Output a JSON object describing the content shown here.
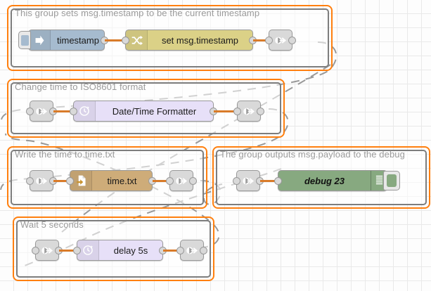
{
  "app": {
    "name": "node-red-flow-editor",
    "canvas_background": "#fdfdfd",
    "grid_color": "#e9e9e9"
  },
  "colors": {
    "group_selected_border": "#ff7f0e",
    "group_border": "#7d7d7d",
    "group_label": "#9b9b9b",
    "wire_solid": "#d97b29",
    "wire_dashed": "#999999",
    "inject_node": "#a6bbcf",
    "change_node": "#dbd187",
    "date_time_node": "#e7e0f8",
    "file_node": "#ceac79",
    "debug_node": "#87a980",
    "link_node": "#d9d9d9"
  },
  "groups": [
    {
      "id": "group-timestamp",
      "label": "This group sets msg.timestamp to be the current timestamp",
      "nodes": [
        {
          "id": "inject-timestamp",
          "label": "timestamp",
          "type": "inject",
          "icon": "inject-arrow-icon"
        },
        {
          "id": "change-timestamp",
          "label": "set msg.timestamp",
          "type": "change",
          "icon": "change-shuffle-icon"
        },
        {
          "id": "link-out-1",
          "label": "",
          "type": "link-out",
          "icon": "link-out-icon"
        }
      ]
    },
    {
      "id": "group-iso8601",
      "label": "Change time to ISO8601 format",
      "nodes": [
        {
          "id": "link-in-2",
          "label": "",
          "type": "link-in",
          "icon": "link-in-icon"
        },
        {
          "id": "date-time-formatter",
          "label": "Date/Time Formatter",
          "type": "datetime",
          "icon": "clock-icon"
        },
        {
          "id": "link-out-2",
          "label": "",
          "type": "link-out",
          "icon": "link-out-icon"
        }
      ]
    },
    {
      "id": "group-file",
      "label": "Write the time to time.txt",
      "nodes": [
        {
          "id": "link-in-3",
          "label": "",
          "type": "link-in",
          "icon": "link-in-icon"
        },
        {
          "id": "file-node",
          "label": "time.txt",
          "type": "file",
          "icon": "file-write-icon"
        },
        {
          "id": "link-out-3",
          "label": "",
          "type": "link-out",
          "icon": "link-out-icon"
        }
      ]
    },
    {
      "id": "group-debug",
      "label": "The group outputs msg.payload to the debug",
      "nodes": [
        {
          "id": "link-in-4",
          "label": "",
          "type": "link-in",
          "icon": "link-in-icon"
        },
        {
          "id": "debug-node",
          "label": "debug 23",
          "type": "debug",
          "icon": "debug-lines-icon",
          "button": "debug-toggle-button"
        }
      ]
    },
    {
      "id": "group-delay",
      "label": "Wait 5 seconds",
      "nodes": [
        {
          "id": "link-in-5",
          "label": "",
          "type": "link-in",
          "icon": "link-in-icon"
        },
        {
          "id": "delay-node",
          "label": "delay 5s",
          "type": "delay",
          "icon": "clock-icon"
        },
        {
          "id": "link-out-5",
          "label": "",
          "type": "link-out",
          "icon": "link-out-icon"
        }
      ]
    }
  ]
}
